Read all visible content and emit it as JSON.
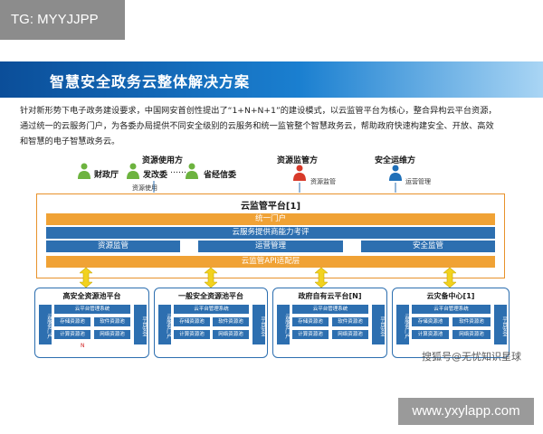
{
  "badge": {
    "text": "TG: MYYJJPP"
  },
  "header": {
    "title": "智慧安全政务云整体解决方案"
  },
  "intro": {
    "lines": [
      "针对新形势下电子政务建设要求，中国网安首创性提出了“1+N+N+1”的建设模式，以云监管平台为核心，整合异构云平台资源，",
      "通过统一的云服务门户，为各委办局提供不同安全级别的云服务和统一监管整个智慧政务云，帮助政府快速构建安全、开放、高效",
      "和智慧的电子智慧政务云。"
    ]
  },
  "actors": {
    "resource_user": {
      "label": "资源使用方",
      "members": [
        "财政厅",
        "发改委",
        "……",
        "省经信委"
      ],
      "flow": "资源使用"
    },
    "resource_supervisor": {
      "label": "资源监管方",
      "flow": "资源监管"
    },
    "security_ops": {
      "label": "安全运维方",
      "flow": "运营管理"
    },
    "colors": {
      "green": "#6db33f",
      "red": "#d83a2a",
      "blue": "#1f6fb8"
    }
  },
  "platform": {
    "title": "云监管平台[1]",
    "portal": "统一门户",
    "eval": "云服务提供商能力考评",
    "modules": [
      "资源监管",
      "运营管理",
      "安全监管"
    ],
    "api": "云监管API适配层",
    "colors": {
      "orange": "#f0a235",
      "blue": "#2d6fb0"
    }
  },
  "pools": [
    {
      "title": "高安全资源池平台",
      "side_left": "云服务门户",
      "side_right": "平台安全",
      "mgmt": "云平台管理系统",
      "cells": [
        "存储资源池",
        "软件资源池",
        "计算资源池",
        "网络资源池"
      ],
      "note": "N"
    },
    {
      "title": "一般安全资源池平台",
      "side_left": "云服务门户",
      "side_right": "平台安全",
      "mgmt": "云平台管理系统",
      "cells": [
        "存储资源池",
        "软件资源池",
        "计算资源池",
        "网络资源池"
      ],
      "note": ""
    },
    {
      "title": "政府自有云平台[N]",
      "side_left": "云服务门户",
      "side_right": "平台安全",
      "mgmt": "云平台管理系统",
      "cells": [
        "存储资源池",
        "软件资源池",
        "计算资源池",
        "网络资源池"
      ],
      "note": ""
    },
    {
      "title": "云灾备中心[1]",
      "side_left": "云服务门户",
      "side_right": "平台安全",
      "mgmt": "云平台管理系统",
      "cells": [
        "存储资源池",
        "软件资源池",
        "计算资源池",
        "网络资源池"
      ],
      "note": ""
    }
  ],
  "watermarks": {
    "sohu": "搜狐号@无忧知识星球",
    "url": "www.yxylapp.com"
  }
}
